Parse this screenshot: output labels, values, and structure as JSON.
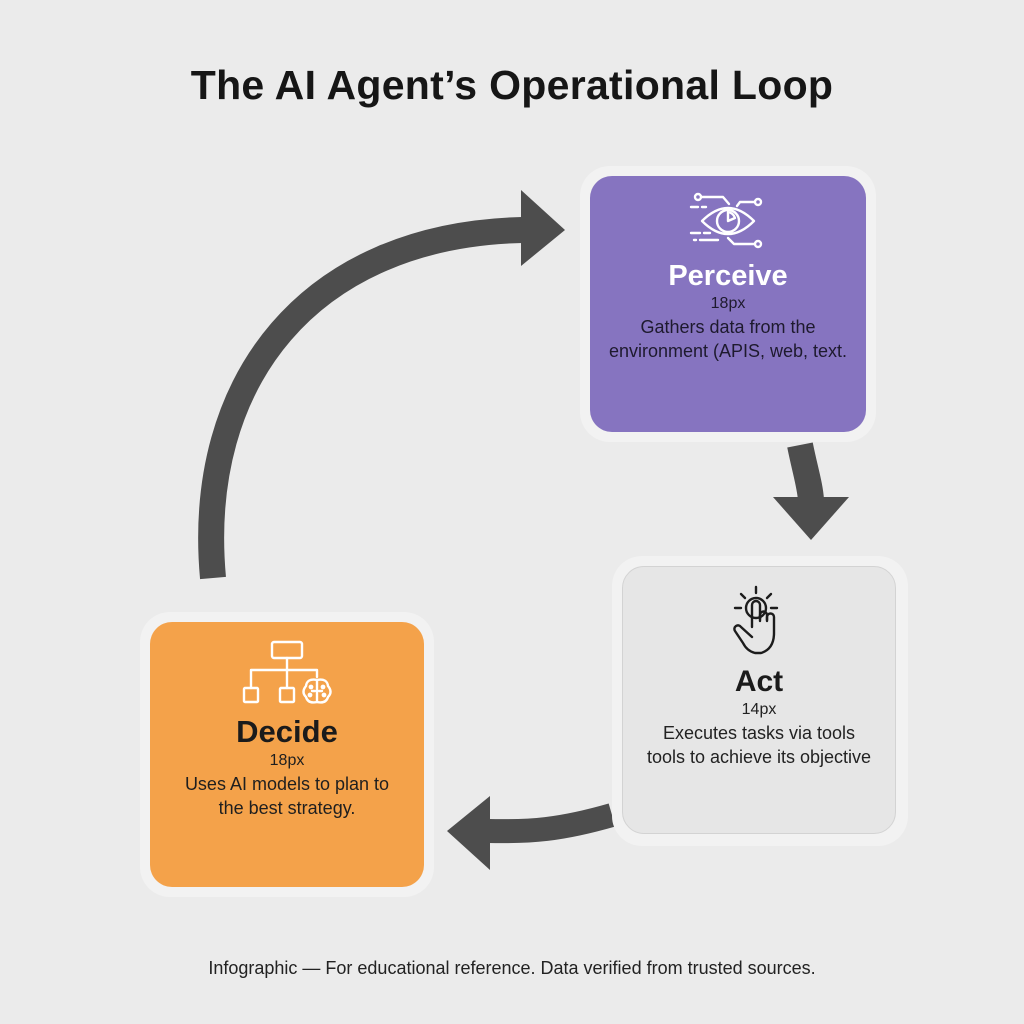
{
  "title": "The AI Agent’s Operational Loop",
  "colors": {
    "background": "#ebebeb",
    "perceive": "#8674c0",
    "act": "#e6e6e6",
    "decide": "#f4a24a",
    "arrow": "#4d4d4d"
  },
  "steps": {
    "perceive": {
      "icon": "eye-circuit-icon",
      "name": "Perceive",
      "size_label": "18px",
      "description": "Gathers data from the environment (APIS, web, text."
    },
    "act": {
      "icon": "pointing-hand-tap-icon",
      "name": "Act",
      "size_label": "14px",
      "description": "Executes tasks via tools tools to achieve its objective"
    },
    "decide": {
      "icon": "flowchart-brain-icon",
      "name": "Decide",
      "size_label": "18px",
      "description": "Uses AI models to plan to the best strategy."
    }
  },
  "flow": [
    "Decide → Perceive",
    "Perceive → Act",
    "Act → Decide"
  ],
  "footer": "Infographic — For educational reference. Data verified from trusted sources."
}
